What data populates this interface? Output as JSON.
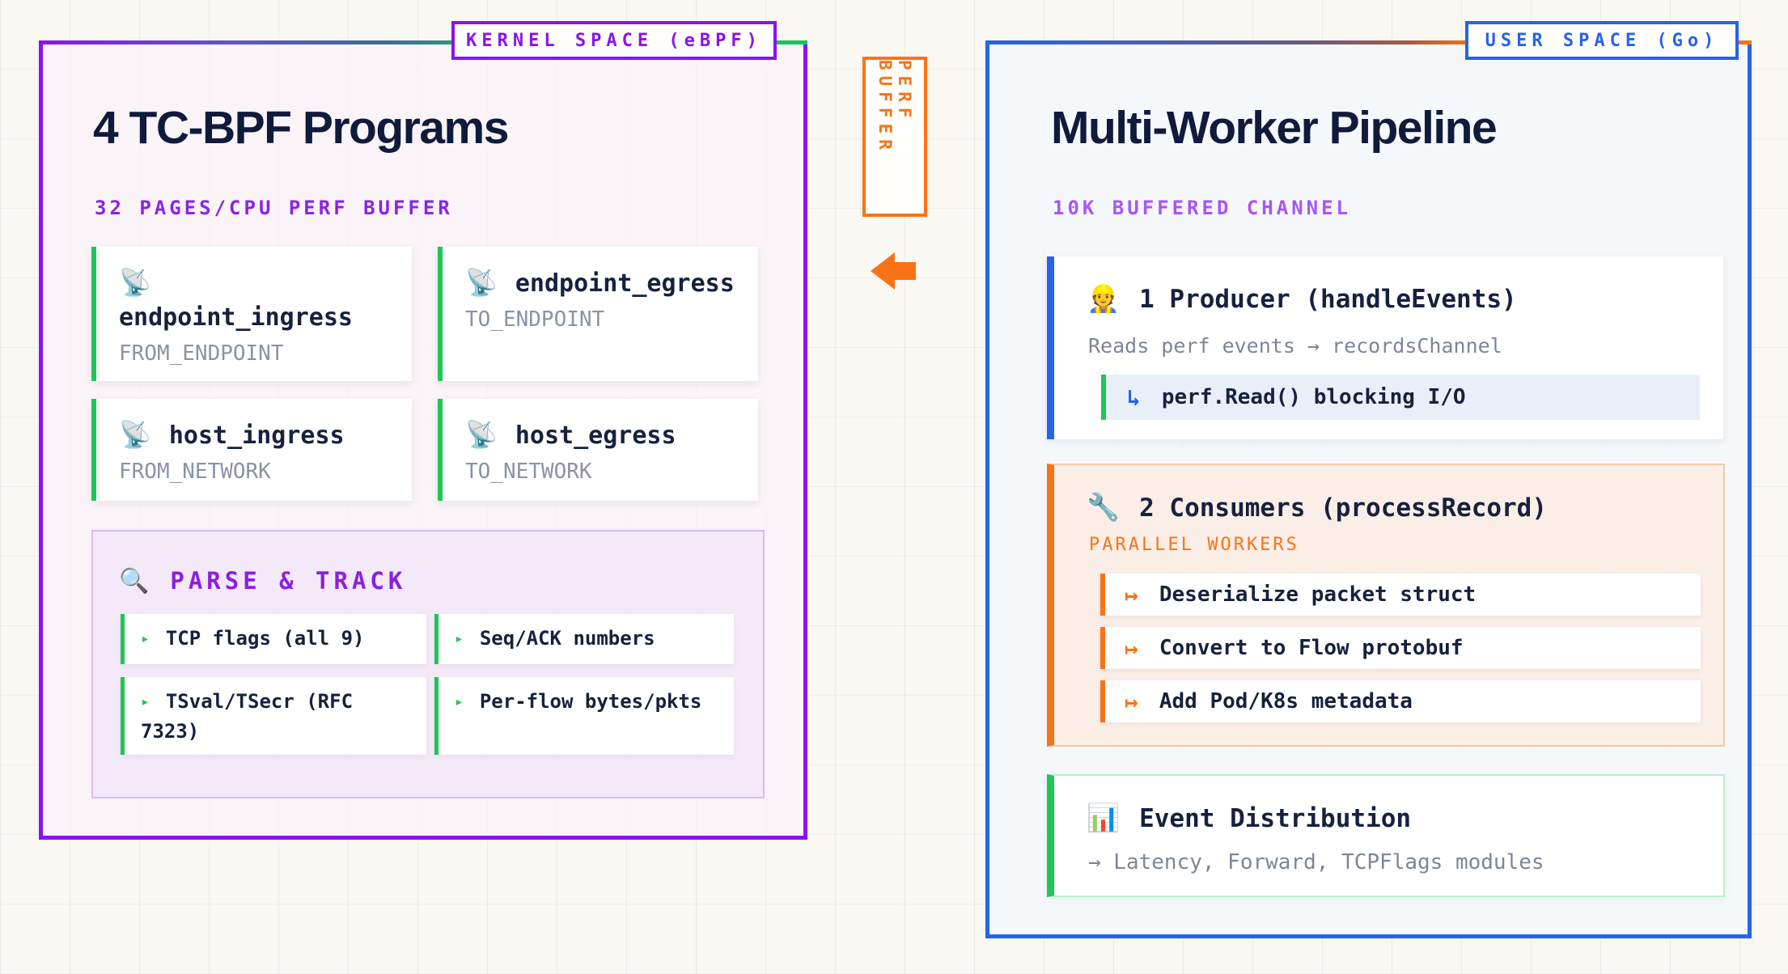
{
  "kernel": {
    "badge": "KERNEL SPACE (eBPF)",
    "title": "4 TC-BPF Programs",
    "subtitle": "32 PAGES/CPU PERF BUFFER",
    "programs": [
      {
        "icon_glyph": "📡",
        "name": "endpoint_ingress",
        "hook": "FROM_ENDPOINT"
      },
      {
        "icon_glyph": "📡",
        "name": "endpoint_egress",
        "hook": "TO_ENDPOINT"
      },
      {
        "icon_glyph": "📡",
        "name": "host_ingress",
        "hook": "FROM_NETWORK"
      },
      {
        "icon_glyph": "📡",
        "name": "host_egress",
        "hook": "TO_NETWORK"
      }
    ],
    "parse_track": {
      "icon_glyph": "🔍",
      "title": "PARSE & TRACK",
      "bullet": "▸",
      "items": [
        "TCP flags (all 9)",
        "Seq/ACK numbers",
        "TSval/TSecr (RFC 7323)",
        "Per-flow bytes/pkts"
      ]
    }
  },
  "connector": {
    "label": "PERF BUFFER",
    "direction": "left"
  },
  "user": {
    "badge": "USER SPACE (Go)",
    "title": "Multi-Worker Pipeline",
    "subtitle": "10K BUFFERED CHANNEL",
    "producer": {
      "icon_glyph": "👷",
      "title": "1 Producer (handleEvents)",
      "description": "Reads perf events → recordsChannel",
      "detail_arrow": "↳",
      "detail": "perf.Read() blocking I/O"
    },
    "consumers": {
      "icon_glyph": "🔧",
      "title": "2 Consumers (processRecord)",
      "subtitle": "PARALLEL WORKERS",
      "step_arrow": "↦",
      "steps": [
        "Deserialize packet struct",
        "Convert to Flow protobuf",
        "Add Pod/K8s metadata"
      ]
    },
    "distribution": {
      "icon_glyph": "📊",
      "title": "Event Distribution",
      "description": "→ Latency, Forward, TCPFlags modules"
    }
  },
  "colors": {
    "kernel_border": "#8b12f0",
    "user_border": "#2563eb",
    "green_accent": "#1fc653",
    "orange_accent": "#f97316",
    "navy_text": "#16213e",
    "gray_text": "#8a93a6",
    "purple_text": "#8b22e6",
    "light_purple_text": "#a855f7"
  }
}
